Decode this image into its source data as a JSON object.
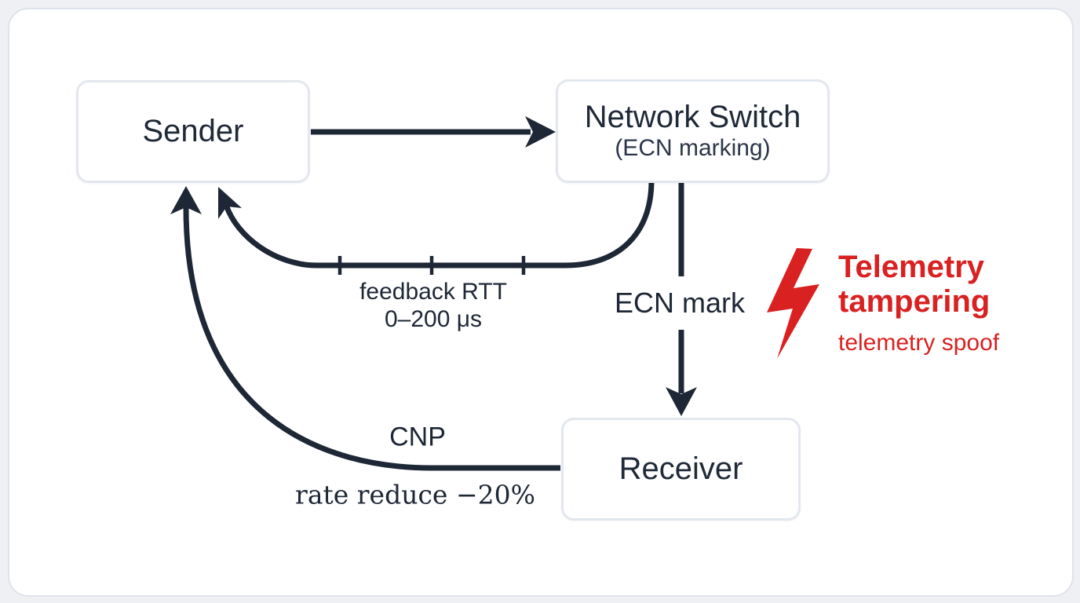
{
  "diagram": {
    "nodes": {
      "sender": {
        "label": "Sender"
      },
      "switch": {
        "title": "Network Switch",
        "subtitle": "(ECN marking)"
      },
      "receiver": {
        "label": "Receiver"
      }
    },
    "edges": {
      "ecn": {
        "label": "ECN mark"
      },
      "feedback": {
        "label_line1": "feedback RTT",
        "label_line2": "0–200 μs"
      },
      "cnp": {
        "label": "CNP",
        "sublabel": "rate reduce −20%"
      }
    },
    "attack": {
      "icon": "lightning-bolt-icon",
      "title_line1": "Telemetry",
      "title_line2": "tampering",
      "subtitle": "telemetry spoof"
    },
    "colors": {
      "line": "#1e2736",
      "node_text": "#1f2937",
      "node_border": "#e3e7ee",
      "danger_red": "#d92121",
      "card_background": "#ffffff",
      "page_background": "#eef0f3",
      "card_border": "#dfe3ea"
    }
  }
}
